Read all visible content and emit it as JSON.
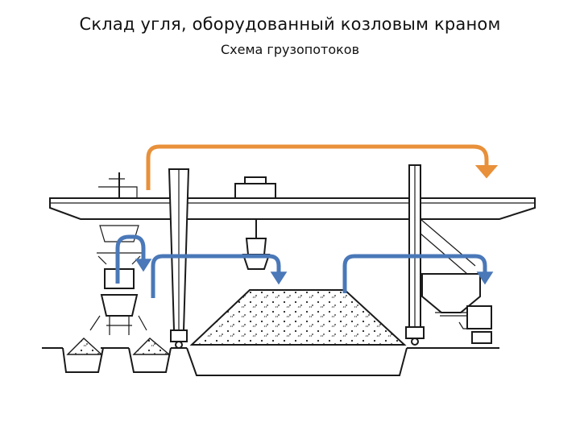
{
  "title": "Склад угля, оборудованный козловым краном",
  "subtitle": "Схема грузопотоков",
  "colors": {
    "flow_orange": "#e8903a",
    "flow_blue": "#4a78b8",
    "ink": "#1a1a1a"
  },
  "flows": [
    {
      "name": "orange-flow-arrow",
      "color": "flow_orange",
      "from": "hopper-left",
      "to": "right-end"
    },
    {
      "name": "blue-flow-arrow-hopper",
      "color": "flow_blue",
      "from": "hopper-left",
      "to": "trench-left"
    },
    {
      "name": "blue-flow-arrow-to-pile",
      "color": "flow_blue",
      "from": "crane-left-leg",
      "to": "coal-pile"
    },
    {
      "name": "blue-flow-arrow-to-bunker",
      "color": "flow_blue",
      "from": "coal-pile",
      "to": "bunker-right"
    }
  ]
}
